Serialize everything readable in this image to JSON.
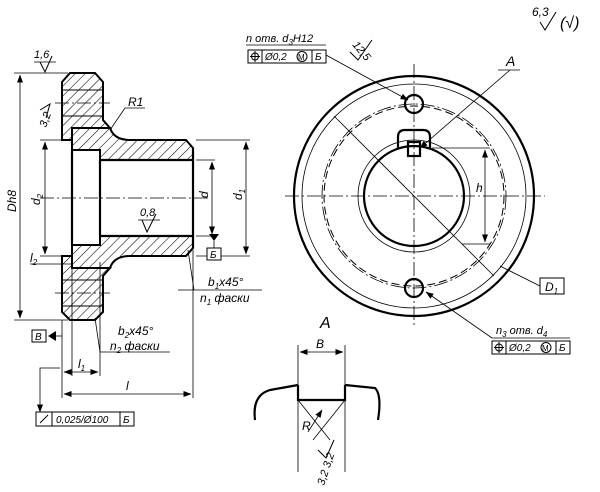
{
  "surface_finish": {
    "value": "6,3",
    "paren": "(√)"
  },
  "left_view": {
    "roughness_top": "1,6",
    "roughness_chamfer": "3,2",
    "radius": "R1",
    "roughness_bore": "0,8",
    "dim_Dh8": "Dh8",
    "dim_d2": "d",
    "dim_d2_sub": "2",
    "dim_d": "d",
    "dim_d1": "d",
    "dim_d1_sub": "1",
    "dim_l2": "l",
    "dim_l2_sub": "2",
    "dim_l1": "l",
    "dim_l1_sub": "1",
    "dim_l": "l",
    "datum_B": "Б",
    "datum_V": "В",
    "chamfer1_line1_a": "b",
    "chamfer1_line1_sub": "1",
    "chamfer1_line1_b": "x45°",
    "chamfer1_line2_a": "n",
    "chamfer1_line2_sub": "1",
    "chamfer1_line2_b": " фаски",
    "chamfer2_line1_a": "b",
    "chamfer2_line1_sub": "2",
    "chamfer2_line1_b": "x45°",
    "chamfer2_line2_a": "n",
    "chamfer2_line2_sub": "2",
    "chamfer2_line2_b": " фаски",
    "runout_tol": "0,025/Ø100",
    "runout_datum": "Б"
  },
  "right_view": {
    "holes_label_a": "n отв. d",
    "holes_label_sub": "3",
    "holes_label_b": "H12",
    "pos_tol_top": "Ø0,2",
    "pos_datum_top": "Б",
    "roughness": "12,5",
    "view_ref": "A",
    "dim_h": "h",
    "dim_D1": "D",
    "dim_D1_sub": "1",
    "holes2_label_a": "n",
    "holes2_label_sub1": "3",
    "holes2_label_b": " отв. d",
    "holes2_label_sub2": "4",
    "pos_tol_bottom": "Ø0,2",
    "pos_datum_bottom": "Б",
    "M_symbol": "M"
  },
  "detail_A": {
    "title": "A",
    "dim_B": "B",
    "radius": "R",
    "roughness": "3,2 3,2"
  }
}
